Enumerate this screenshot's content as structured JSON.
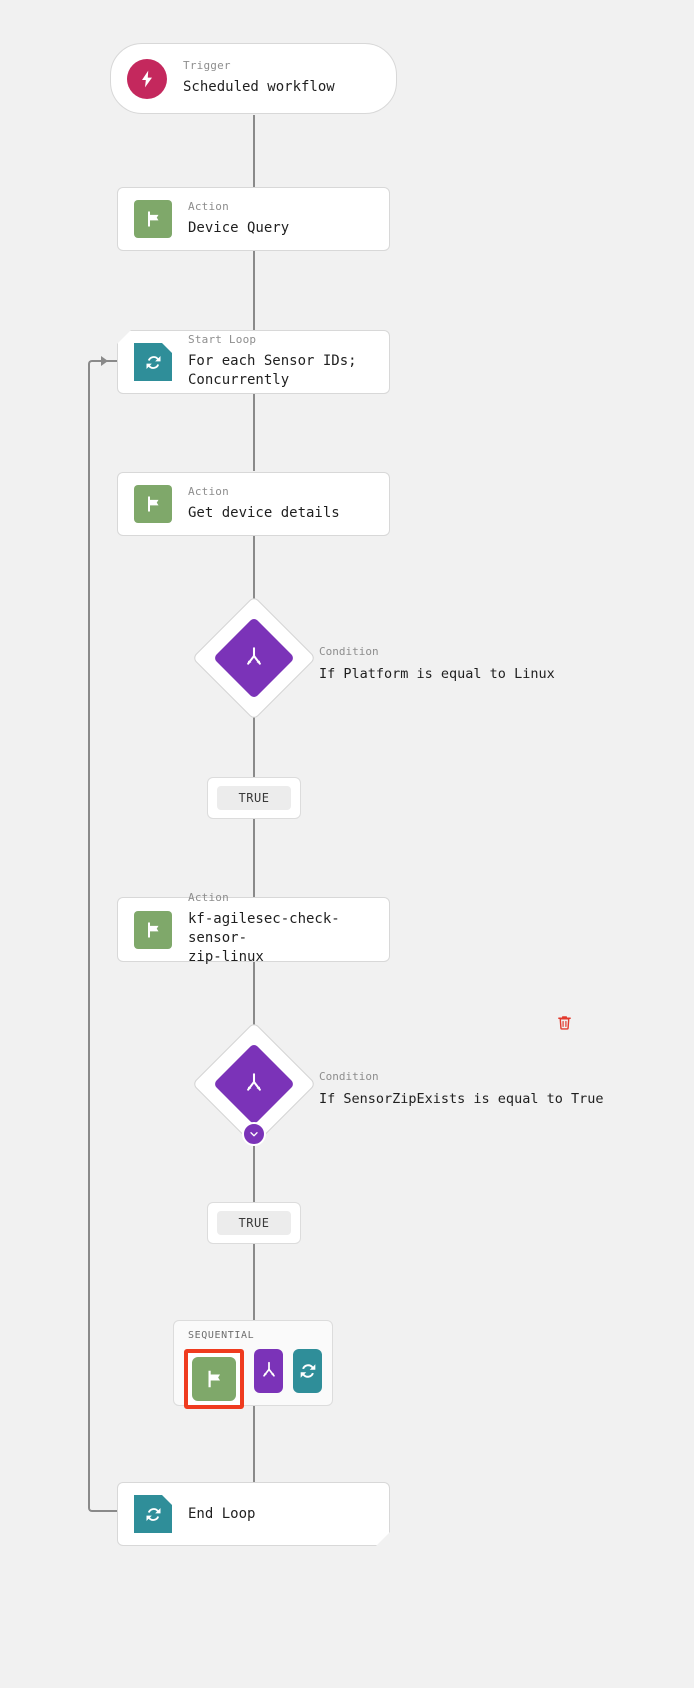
{
  "canvas": {
    "background": "#f1f1f1",
    "connector_color": "#8a8a8a"
  },
  "colors": {
    "trigger": "#c4285d",
    "action": "#7fa86a",
    "loop": "#2f8e99",
    "condition": "#7b33b8",
    "selection": "#ef3b1f",
    "delete": "#e23b2e"
  },
  "nodes": {
    "trigger": {
      "kind": "Trigger",
      "title": "Scheduled workflow",
      "icon": "lightning-bolt-icon"
    },
    "device_query": {
      "kind": "Action",
      "title": "Device Query",
      "icon": "flag-icon"
    },
    "start_loop": {
      "kind": "Start Loop",
      "title": "For each Sensor IDs;\nConcurrently",
      "icon": "loop-refresh-icon"
    },
    "get_device_details": {
      "kind": "Action",
      "title": "Get device details",
      "icon": "flag-icon"
    },
    "condition_platform": {
      "kind": "Condition",
      "title": "If Platform is equal to Linux",
      "icon": "branch-fork-icon"
    },
    "branch_true_1": {
      "label": "TRUE"
    },
    "action_check_sensor_zip": {
      "kind": "Action",
      "title": "kf-agilesec-check-sensor-\nzip-linux",
      "icon": "flag-icon"
    },
    "condition_sensorzip": {
      "kind": "Condition",
      "title": "If SensorZipExists is equal to True",
      "icon": "branch-fork-icon"
    },
    "expand_toggle": {
      "icon": "chevron-down-icon"
    },
    "branch_true_2": {
      "label": "TRUE"
    },
    "sequential_group": {
      "label": "SEQUENTIAL",
      "tiles": [
        {
          "icon": "flag-icon",
          "color": "green",
          "selected": true
        },
        {
          "icon": "branch-fork-icon",
          "color": "purple",
          "selected": false
        },
        {
          "icon": "loop-refresh-icon",
          "color": "teal",
          "selected": false
        }
      ]
    },
    "end_loop": {
      "kind": "",
      "title": "End Loop",
      "icon": "loop-refresh-icon"
    },
    "delete_button": {
      "icon": "trash-icon"
    }
  }
}
